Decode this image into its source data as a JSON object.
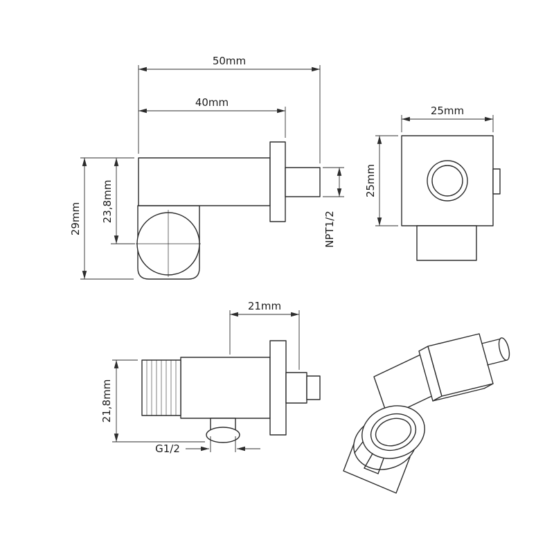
{
  "drawing": {
    "line_color": "#2b2b2b",
    "background_color": "#ffffff",
    "side_view": {
      "dim_total_length": "50mm",
      "dim_body_length": "40mm",
      "dim_total_height": "29mm",
      "dim_center_height": "23,8mm",
      "dim_outlet_thread": "NPT1/2"
    },
    "front_view": {
      "dim_width": "25mm",
      "dim_height": "25mm"
    },
    "top_view": {
      "dim_spout_length": "21mm",
      "dim_height": "21,8mm",
      "dim_inlet_thread": "G1/2"
    }
  }
}
